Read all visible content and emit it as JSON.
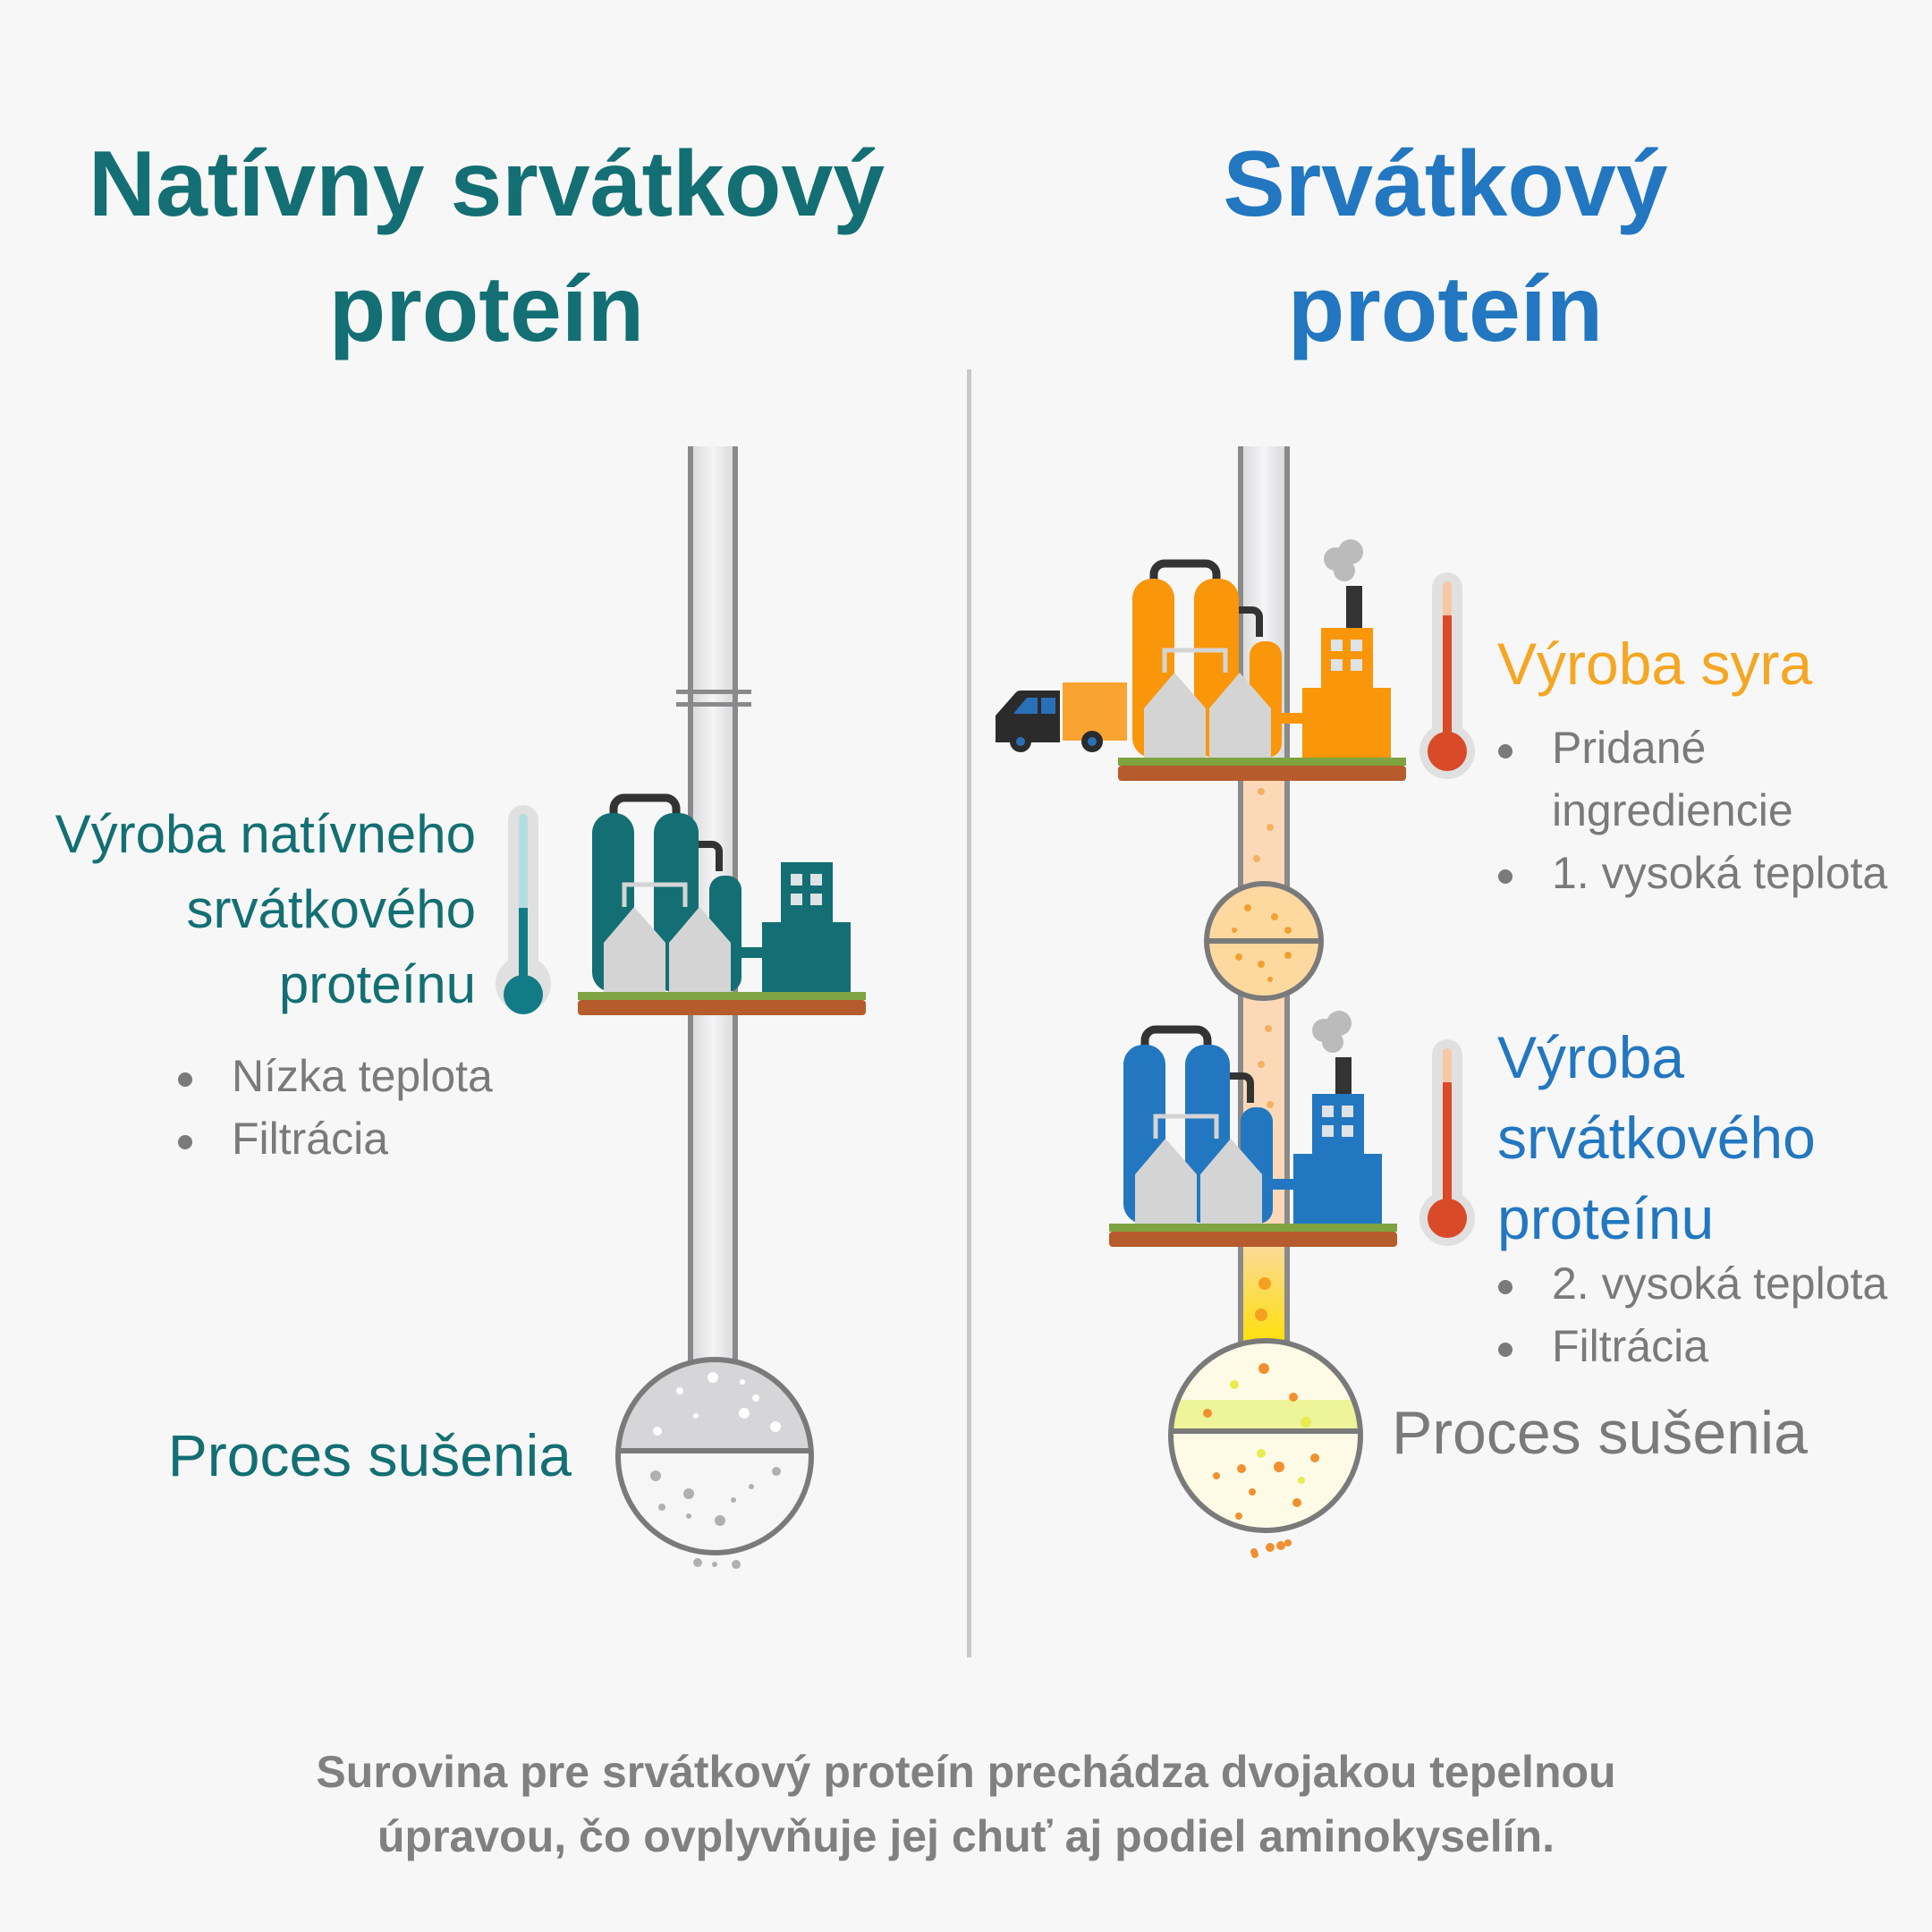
{
  "colors": {
    "native": "#136f73",
    "cheese": "#f5a623",
    "whey": "#2277c0",
    "text_gray": "#7a7a7a",
    "thermo_hot": "#d94a28",
    "thermo_cold": "#137b86"
  },
  "left": {
    "title_line1": "Natívny srvátkový",
    "title_line2": "proteín",
    "stage_label": [
      "Výroba natívneho",
      "srvátkového",
      "proteínu"
    ],
    "bullets": [
      "Nízka teplota",
      "Filtrácia"
    ],
    "drying_label": "Proces sušenia"
  },
  "right": {
    "title_line1": "Srvátkový",
    "title_line2": "proteín",
    "stage1_label": "Výroba syra",
    "stage1_bullets": [
      "Pridané",
      "ingrediencie",
      "1. vysoká teplota"
    ],
    "stage2_label": [
      "Výroba",
      "srvátkového",
      "proteínu"
    ],
    "stage2_bullets": [
      "2. vysoká teplota",
      "Filtrácia"
    ],
    "drying_label": "Proces sušenia"
  },
  "caption": [
    "Surovina pre srvátkový proteín prechádza dvojakou tepelnou",
    "úpravou, čo ovplyvňuje jej chuť aj podiel aminokyselín."
  ],
  "icons": [
    "factory-icon",
    "thermometer-icon",
    "truck-icon",
    "drying-sphere-icon",
    "pipe"
  ]
}
